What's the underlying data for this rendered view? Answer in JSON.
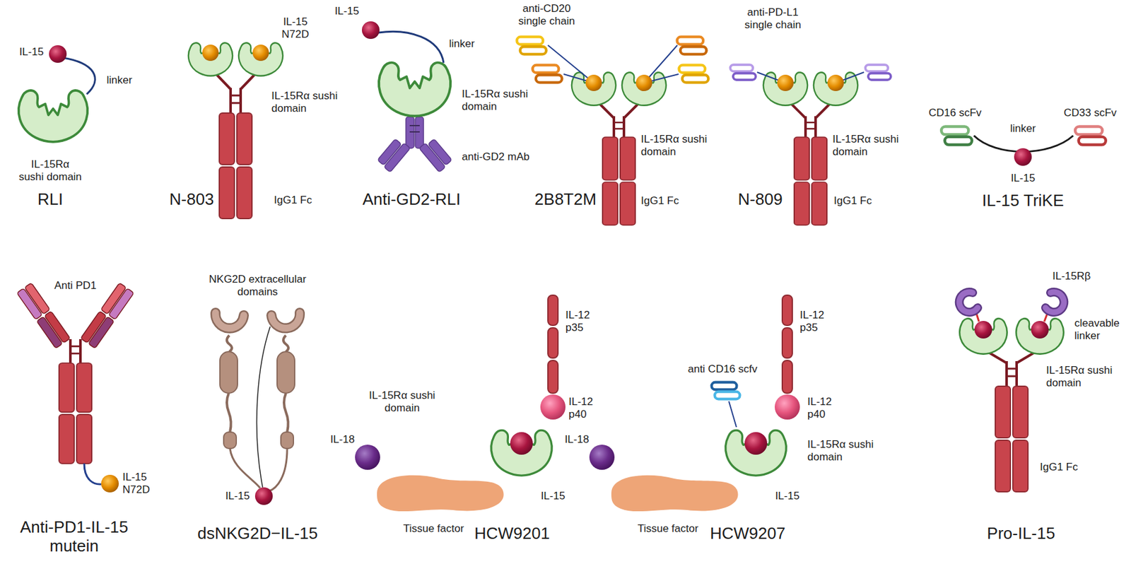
{
  "diagram": {
    "labels": [
      "IL-15",
      "linker",
      "IL-15Rα sushi domain",
      "RLI",
      "IL-15 N72D",
      "IL-15Rα sushi domain",
      "IgG1 Fc",
      "N-803",
      "IL-15",
      "linker",
      "IL-15Rα sushi domain",
      "anti-GD2 mAb",
      "Anti-GD2-RLI",
      "anti-CD20 single chain",
      "IL-15Rα sushi domain",
      "IgG1 Fc",
      "2B8T2M",
      "anti-PD-L1 single chain",
      "IL-15Rα sushi domain",
      "IgG1 Fc",
      "N-809",
      "CD16 scFv",
      "linker",
      "CD33 scFv",
      "IL-15",
      "IL-15 TriKE",
      "Anti PD1",
      "IL-15 N72D",
      "Anti-PD1-IL-15 mutein",
      "NKG2D extracellular domains",
      "IL-15",
      "dsNKG2D−IL-15",
      "IL-12 p35",
      "IL-15Rα sushi domain",
      "IL-12 p40",
      "IL-18",
      "IL-15",
      "Tissue factor",
      "HCW9201",
      "IL-12 p35",
      "anti CD16 scfv",
      "IL-12 p40",
      "IL-15Rα sushi domain",
      "IL-18",
      "IL-15",
      "Tissue factor",
      "HCW9207",
      "IL-15Rβ",
      "cleavable linker",
      "IL-15Rα sushi domain",
      "IgG1 Fc",
      "Pro-IL-15"
    ]
  }
}
